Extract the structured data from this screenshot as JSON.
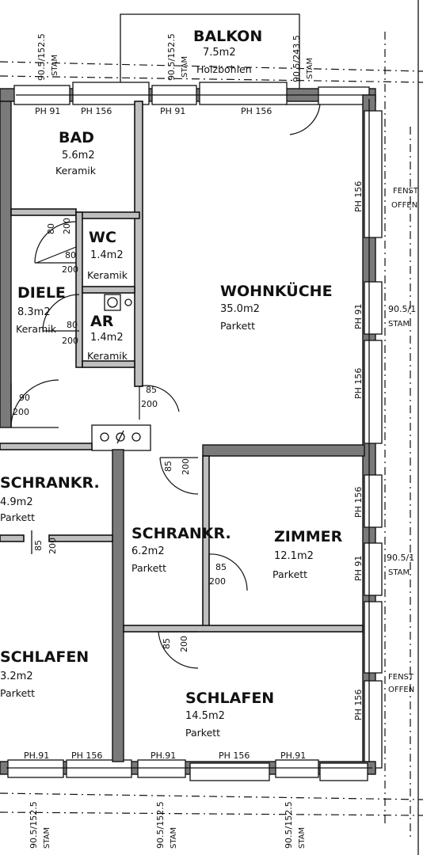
{
  "rooms": {
    "balkon": {
      "name": "BALKON",
      "area": "7.5m2",
      "material": "Holzbohlen"
    },
    "bad": {
      "name": "BAD",
      "area": "5.6m2",
      "material": "Keramik"
    },
    "wc": {
      "name": "WC",
      "area": "1.4m2",
      "material": "Keramik"
    },
    "diele": {
      "name": "DIELE",
      "area": "8.3m2",
      "material": "Keramik"
    },
    "ar": {
      "name": "AR",
      "area": "1.4m2",
      "material": "Keramik"
    },
    "wohnkueche": {
      "name": "WOHNKÜCHE",
      "area": "35.0m2",
      "material": "Parkett"
    },
    "schrankr_left": {
      "name": "SCHRANKR.",
      "area": "4.9m2",
      "material": "Parkett"
    },
    "schrankr_mid": {
      "name": "SCHRANKR.",
      "area": "6.2m2",
      "material": "Parkett"
    },
    "zimmer": {
      "name": "ZIMMER",
      "area": "12.1m2",
      "material": "Parkett"
    },
    "schlafen_left": {
      "name": "SCHLAFEN",
      "area": "3.2m2",
      "material": "Parkett"
    },
    "schlafen_main": {
      "name": "SCHLAFEN",
      "area": "14.5m2",
      "material": "Parkett"
    }
  },
  "window_labels": {
    "top_1": "90.5/152.5",
    "top_2": "90.5/152.5",
    "top_3": "90.5/243.5",
    "bottom_1": "90.5/152.5",
    "bottom_2": "90.5/152.5",
    "bottom_3": "90.5/152.5",
    "right_1": "90.5/1",
    "right_2": "90.5/1",
    "stam": "STAM",
    "fenster": "FENST",
    "offen": "OFFEN"
  },
  "parapet_labels": {
    "ph91": "PH 91",
    "ph156": "PH 156",
    "ph91b": "PH.91"
  },
  "door_labels": {
    "d80": "80",
    "d200": "200",
    "d90": "90",
    "d85": "85"
  }
}
